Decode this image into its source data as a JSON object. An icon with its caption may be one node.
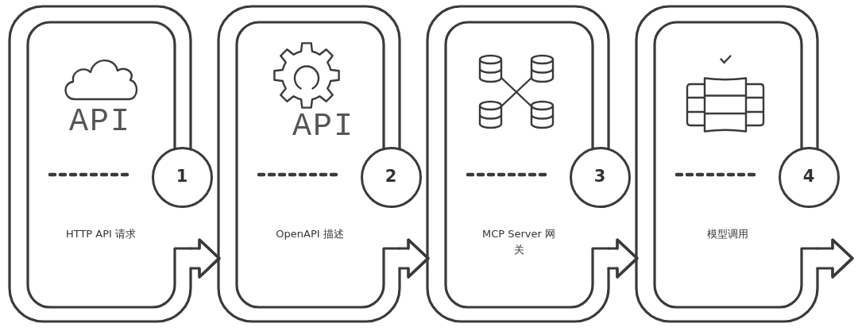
{
  "diagram": {
    "nodes": [
      {
        "text": [
          "API",
          "HTTP API 请求"
        ]
      },
      {
        "text": [
          "1"
        ]
      },
      {
        "text": [
          "API",
          "OpenAPI 描述"
        ]
      },
      {
        "text": [
          "2"
        ]
      },
      {
        "text": [
          "MCP Server 网关"
        ]
      },
      {
        "text": [
          "3"
        ]
      },
      {
        "text": [
          "模型调用"
        ]
      },
      {
        "text": [
          "4"
        ]
      }
    ],
    "edges": [
      {
        "from": 0,
        "to": 2,
        "arrow": "to"
      },
      {
        "from": 2,
        "to": 4,
        "arrow": "to"
      },
      {
        "from": 4,
        "to": 6,
        "arrow": "to"
      },
      {
        "from": 6,
        "to": null,
        "arrow": "to"
      }
    ]
  }
}
